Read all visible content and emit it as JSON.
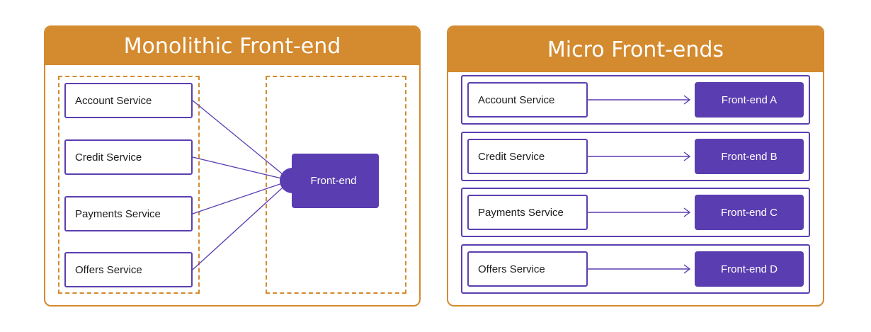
{
  "colors": {
    "accent_orange": "#d48a2e",
    "purple": "#5a3db0",
    "text": "#1c1c1c",
    "white": "#ffffff"
  },
  "monolithic": {
    "title": "Monolithic Front-end",
    "services": [
      "Account Service",
      "Credit Service",
      "Payments Service",
      "Offers Service"
    ],
    "frontend": "Front-end"
  },
  "micro": {
    "title": "Micro Front-ends",
    "rows": [
      {
        "service": "Account Service",
        "frontend": "Front-end A"
      },
      {
        "service": "Credit Service",
        "frontend": "Front-end B"
      },
      {
        "service": "Payments Service",
        "frontend": "Front-end C"
      },
      {
        "service": "Offers Service",
        "frontend": "Front-end D"
      }
    ]
  }
}
